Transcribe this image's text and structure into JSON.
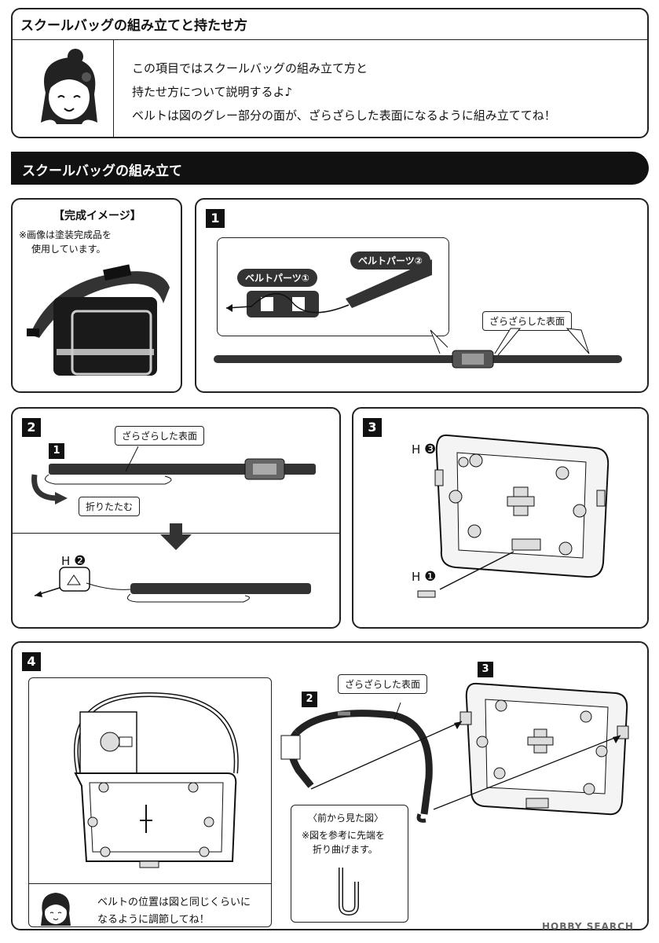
{
  "header": {
    "title": "スクールバッグの組み立てと持たせ方"
  },
  "intro": {
    "lines": [
      "この項目ではスクールバッグの組み立て方と",
      "持たせ方について説明するよ♪",
      "ベルトは図のグレー部分の面が、ざらざらした表面になるように組み立ててね！"
    ]
  },
  "section": {
    "title": "スクールバッグの組み立て"
  },
  "preview": {
    "heading": "【完成イメージ】",
    "note_lines": [
      "※画像は塗装完成品を",
      "使用しています。"
    ]
  },
  "step1": {
    "num": "1",
    "part1": "ベルトパーツ①",
    "part2": "ベルトパーツ②",
    "rough": "ざらざらした表面"
  },
  "step2": {
    "num": "2",
    "sub_num": "1",
    "rough": "ざらざらした表面",
    "fold": "折りたたむ",
    "part_label": "H",
    "part_num": "❷"
  },
  "step3": {
    "num": "3",
    "h3_label": "H",
    "h3_num": "❸",
    "h1_label": "H",
    "h1_num": "❶"
  },
  "step4": {
    "num": "4",
    "sub2": "2",
    "sub3": "3",
    "rough": "ざらざらした表面",
    "front_title": "〈前から見た図〉",
    "front_note_lines": [
      "※図を参考に先端を",
      "折り曲げます。"
    ],
    "tip_lines": [
      "ベルトの位置は図と同じくらいに",
      "なるように調節してね！"
    ]
  },
  "watermark": "HOBBY SEARCH"
}
